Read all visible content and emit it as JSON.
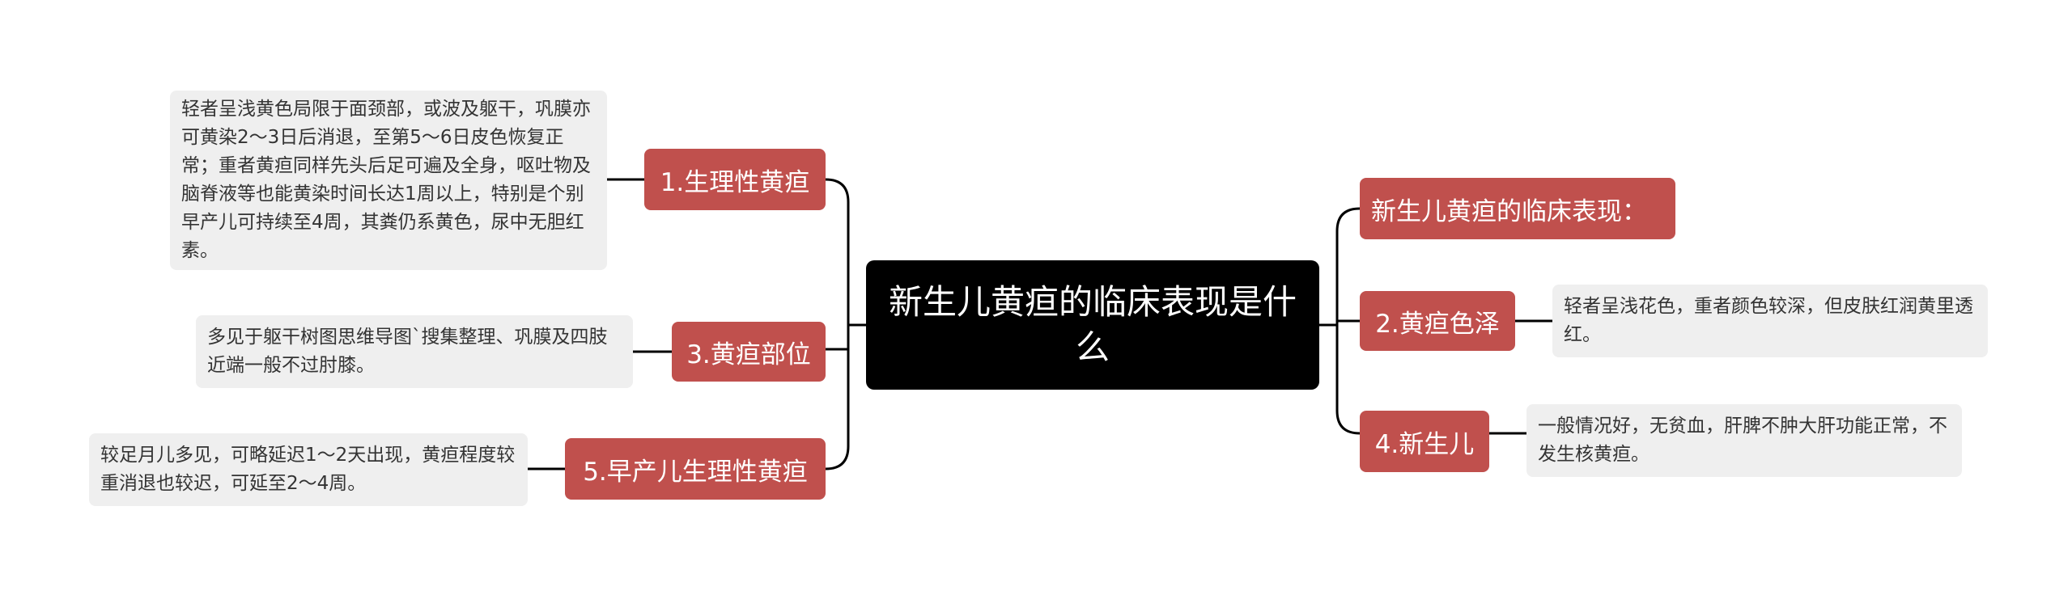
{
  "root": {
    "title": "新生儿黄疸的临床表现是什么"
  },
  "left": [
    {
      "label": "1.生理性黄疸",
      "detail": "轻者呈浅黄色局限于面颈部，或波及躯干，巩膜亦可黄染2～3日后消退，至第5～6日皮色恢复正常；重者黄疸同样先头后足可遍及全身，呕吐物及脑脊液等也能黄染时间长达1周以上，特别是个别早产儿可持续至4周，其粪仍系黄色，尿中无胆红素。"
    },
    {
      "label": "3.黄疸部位",
      "detail": "多见于躯干树图思维导图`搜集整理、巩膜及四肢近端一般不过肘膝。"
    },
    {
      "label": "5.早产儿生理性黄疸",
      "detail": "较足月儿多见，可略延迟1～2天出现，黄疸程度较重消退也较迟，可延至2～4周。"
    }
  ],
  "right": [
    {
      "label": "新生儿黄疸的临床表现："
    },
    {
      "label": "2.黄疸色泽",
      "detail": "轻者呈浅花色，重者颜色较深，但皮肤红润黄里透红。"
    },
    {
      "label": "4.新生儿",
      "detail": "一般情况好，无贫血，肝脾不肿大肝功能正常，不发生核黄疸。"
    }
  ],
  "colors": {
    "root": "#000000",
    "branch": "#c0504d",
    "leaf": "#efefef",
    "line": "#000000"
  }
}
